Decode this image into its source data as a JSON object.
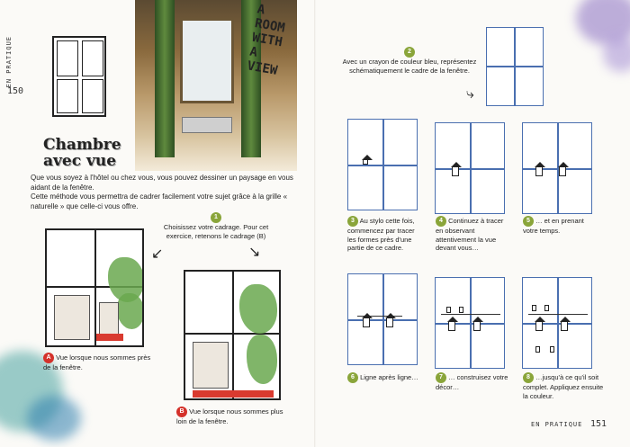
{
  "left_page": {
    "section_label": "EN PRATIQUE",
    "page_number": "150",
    "photo_title": "A ROOM WITH A VIEW",
    "heading_line1": "Chambre",
    "heading_line2": "avec vue",
    "intro_1": "Que vous soyez à l'hôtel ou chez vous, vous pouvez dessiner un paysage en vous aidant de la fenêtre.",
    "intro_2": "Cette méthode vous permettra de cadrer facilement votre sujet grâce à la grille « naturelle » que celle-ci vous offre.",
    "step1": {
      "badge": "1",
      "text": "Choisissez votre cadrage. Pour cet exercice, retenons le cadrage (B)"
    },
    "caption_a": {
      "badge": "A",
      "text": "Vue lorsque nous sommes près de la fenêtre."
    },
    "caption_b": {
      "badge": "B",
      "text": "Vue lorsque nous sommes plus loin de la fenêtre."
    }
  },
  "right_page": {
    "section_label": "EN PRATIQUE",
    "page_number": "151",
    "step2": {
      "badge": "2",
      "text": "Avec un crayon de couleur bleu, représentez schématiquement le cadre de la fenêtre."
    },
    "steps": [
      {
        "badge": "3",
        "text": "Au stylo cette fois, commencez par tracer les formes près d'une partie de ce cadre."
      },
      {
        "badge": "4",
        "text": "Continuez à tracer en observant attentivement la vue devant vous…"
      },
      {
        "badge": "5",
        "text": "… et en prenant votre temps."
      },
      {
        "badge": "6",
        "text": "Ligne après ligne…"
      },
      {
        "badge": "7",
        "text": "… construisez votre décor…"
      },
      {
        "badge": "8",
        "text": "…jusqu'à ce qu'il soit complet. Appliquez ensuite la couleur."
      }
    ]
  },
  "colors": {
    "accent_green": "#8aa53a",
    "accent_red": "#d4312a",
    "grid_blue": "#4a6fb0"
  }
}
